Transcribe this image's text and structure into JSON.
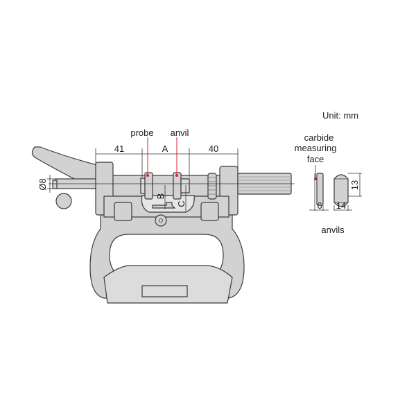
{
  "unit_label": "Unit: mm",
  "callouts": {
    "probe": "probe",
    "anvil": "anvil"
  },
  "dimensions": {
    "left": "41",
    "center": "A",
    "right": "40",
    "diameter": "Ø8",
    "b": "B",
    "c": "C"
  },
  "anvil_detail": {
    "face_label_lines": [
      "carbide",
      "measuring",
      "face"
    ],
    "thickness": "6",
    "width": "14",
    "height": "13",
    "caption": "anvils"
  },
  "colors": {
    "body": "#d2d2d2",
    "outline": "#3a3a3a",
    "marker": "#e0202a"
  }
}
